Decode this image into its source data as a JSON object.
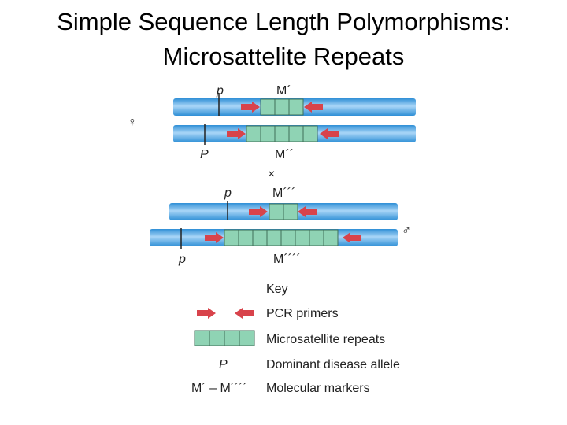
{
  "title": {
    "line1": "Simple Sequence Length Polymorphisms:",
    "line2": "Microsattelite Repeats"
  },
  "colors": {
    "chromosome": "#2f8fd6",
    "chromosome_highlight": "#a9d6f7",
    "repeat_fill": "#8fd3b4",
    "repeat_stroke": "#3f6f58",
    "primer": "#d8434b"
  },
  "female_symbol": "♀",
  "male_symbol": "♂",
  "cross_symbol": "×",
  "chromosomes": [
    {
      "allele_label": "p",
      "marker_label": "M´",
      "repeats": 3
    },
    {
      "allele_label": "P",
      "marker_label": "M´´",
      "repeats": 5
    },
    {
      "allele_label": "p",
      "marker_label": "M´´´",
      "repeats": 2
    },
    {
      "allele_label": "p",
      "marker_label": "M´´´´",
      "repeats": 8
    }
  ],
  "key": {
    "title": "Key",
    "primers_label": "PCR primers",
    "repeats_label": "Microsatellite repeats",
    "allele_symbol": "P",
    "allele_label": "Dominant disease allele",
    "markers_symbol": "M´ – M´´´´",
    "markers_label": "Molecular markers"
  }
}
